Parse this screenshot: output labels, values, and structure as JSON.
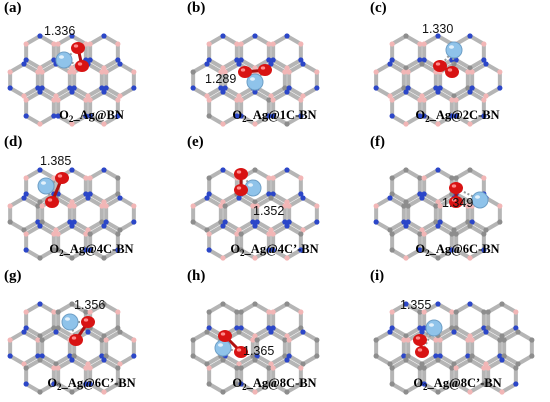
{
  "colors": {
    "nitrogen": "#2b46c8",
    "boron": "#f2b6b6",
    "carbon": "#8d8d8d",
    "silver": "#8fc3ea",
    "oxygen": "#d81313",
    "bond_gray": "#b5b5b5"
  },
  "panels": [
    {
      "label": "(a)",
      "bond": "1.336",
      "cap_pre": "O",
      "cap_sub": "2",
      "cap_post": "_Ag@BN"
    },
    {
      "label": "(b)",
      "bond": "1.289",
      "cap_pre": "O",
      "cap_sub": "2",
      "cap_post": "_Ag@1C-BN"
    },
    {
      "label": "(c)",
      "bond": "1.330",
      "cap_pre": "O",
      "cap_sub": "2",
      "cap_post": "_Ag@2C-BN"
    },
    {
      "label": "(d)",
      "bond": "1.385",
      "cap_pre": "O",
      "cap_sub": "2",
      "cap_post": "_Ag@4C-BN"
    },
    {
      "label": "(e)",
      "bond": "1.352",
      "cap_pre": "O",
      "cap_sub": "2",
      "cap_post": "_Ag@4C’-BN"
    },
    {
      "label": "(f)",
      "bond": "1.349",
      "cap_pre": "O",
      "cap_sub": "2",
      "cap_post": "_Ag@6C-BN"
    },
    {
      "label": "(g)",
      "bond": "1.356",
      "cap_pre": "O",
      "cap_sub": "2",
      "cap_post": "_Ag@6C’-BN"
    },
    {
      "label": "(h)",
      "bond": "1.365",
      "cap_pre": "O",
      "cap_sub": "2",
      "cap_post": "_Ag@8C-BN"
    },
    {
      "label": "(i)",
      "bond": "1.355",
      "cap_pre": "O",
      "cap_sub": "2",
      "cap_post": "_Ag@8C’-BN"
    }
  ]
}
